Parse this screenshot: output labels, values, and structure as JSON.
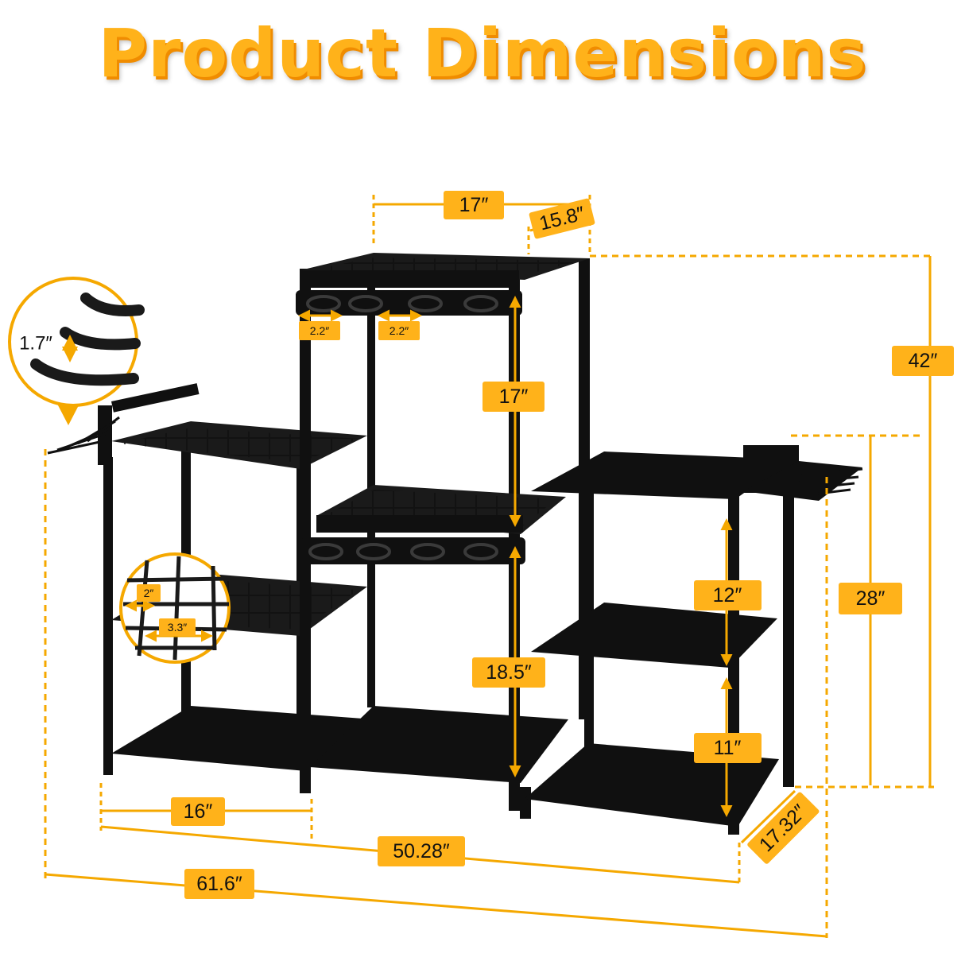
{
  "title": "Product Dimensions",
  "colors": {
    "accent": "#ffb21a",
    "accent_dark": "#f08c00",
    "rack": "#101010"
  },
  "dimensions": {
    "top_width": "17″",
    "top_depth": "15.8″",
    "ring_gap_left": "2.2″",
    "ring_gap_right": "2.2″",
    "total_height": "42″",
    "hook_spacing": "1.7″",
    "tower_upper_height": "17″",
    "tower_lower_height": "18.5″",
    "side_height": "28″",
    "right_upper_gap": "12″",
    "right_lower_gap": "11″",
    "grid_cell_small": "2″",
    "grid_cell_large": "3.3″",
    "left_width": "16″",
    "inner_width": "50.28″",
    "total_width": "61.6″",
    "base_depth": "17.32″"
  },
  "icons": [
    "hook-detail-icon",
    "grid-detail-icon"
  ]
}
